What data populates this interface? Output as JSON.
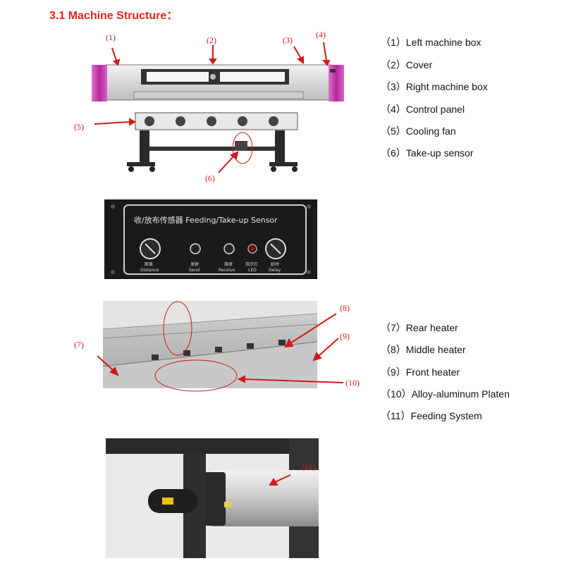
{
  "heading": "3.1 Machine Structure：",
  "legend_top": [
    "（1）Left machine box",
    "（2）Cover",
    "（3）Right machine box",
    "（4）Control panel",
    "（5）Cooling fan",
    "（6）Take-up sensor"
  ],
  "legend_mid": [
    "（7）Rear heater",
    "（8）Middle heater",
    "（9）Front heater",
    "（10）Alloy-aluminum Platen",
    "（11）Feeding System"
  ],
  "callouts": {
    "c1": "(1)",
    "c2": "(2)",
    "c3": "(3)",
    "c4": "(4)",
    "c5": "(5)",
    "c6": "(6)",
    "c7": "(7)",
    "c8": "(8)",
    "c9": "(9)",
    "c10": "(10)",
    "c11": "(11)"
  },
  "sensor_panel": {
    "title": "收/放布传感器 Feeding/Take-up Sensor",
    "knob_left_cn": "距离",
    "knob_left_en": "Distance",
    "send_cn": "发射",
    "send_en": "Send",
    "receive_cn": "接收",
    "receive_en": "Receive",
    "led_cn": "指示灯",
    "led_en": "LED",
    "knob_right_cn": "延时",
    "knob_right_en": "Delay"
  },
  "colors": {
    "accent": "#e8241c",
    "machine_box": "#c03aa8"
  }
}
